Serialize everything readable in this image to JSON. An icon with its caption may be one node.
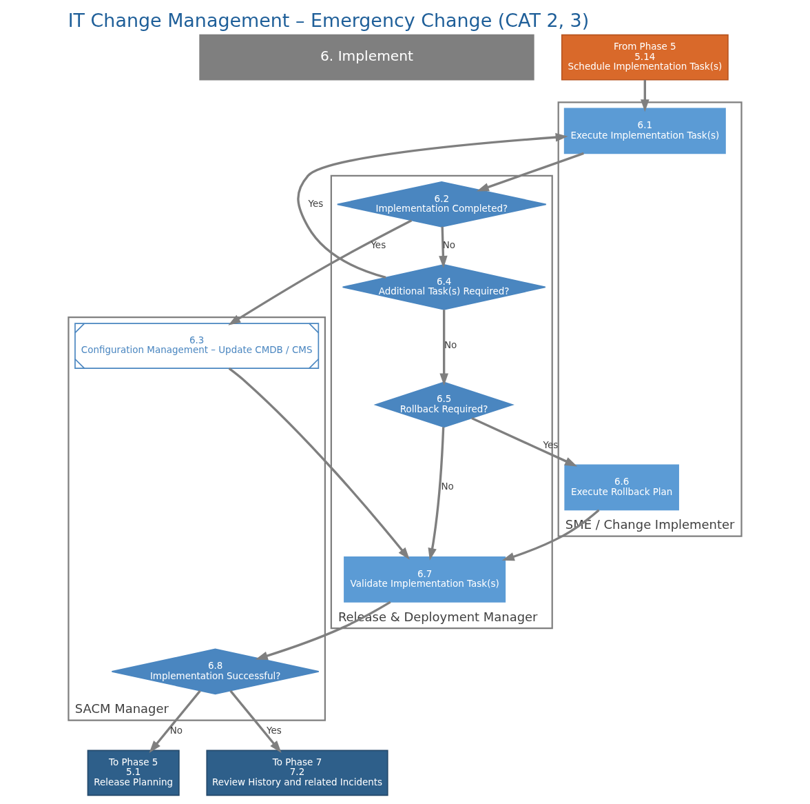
{
  "diagram": {
    "title": "IT Change Management – Emergency Change (CAT 2, 3)",
    "nodes": [
      {
        "text": [
          "6. Implement"
        ]
      },
      {
        "text": [
          "SME / Change Implementer"
        ]
      },
      {
        "text": [
          "6.1",
          "Execute Implementation Task(s)"
        ],
        "in": 1
      },
      {
        "text": [
          "6.6",
          "Execute Rollback Plan"
        ],
        "in": 1
      },
      {
        "text": [
          "Release & Deployment Manager"
        ]
      },
      {
        "text": [
          "6.2",
          "Implementation Completed?"
        ],
        "in": 4
      },
      {
        "text": [
          "6.4",
          "Additional Task(s) Required?"
        ],
        "in": 4
      },
      {
        "text": [
          "6.5",
          "Rollback Required?"
        ],
        "in": 4
      },
      {
        "text": [
          "6.7",
          "Validate Implementation Task(s)"
        ],
        "in": 4
      },
      {
        "text": [
          "SACM Manager"
        ]
      },
      {
        "text": [
          "6.3",
          "Configuration Management – Update CMDB / CMS"
        ],
        "in": 9
      },
      {
        "text": [
          "6.8",
          "Implementation Successful?"
        ],
        "in": 9
      },
      {
        "text": [
          "From Phase 5",
          "5.14",
          "Schedule Implementation Task(s)"
        ]
      },
      {
        "text": [
          "To Phase 5",
          "5.1",
          "Release Planning"
        ]
      },
      {
        "text": [
          "To Phase 7",
          "7.2",
          "Review History and related Incidents"
        ]
      }
    ],
    "edges": [
      {
        "from": 12,
        "to": 2,
        "arrow": "to"
      },
      {
        "from": 2,
        "to": 5,
        "arrow": "to"
      },
      {
        "from": 5,
        "to": 6,
        "arrow": "to",
        "label": "No"
      },
      {
        "from": 5,
        "to": 10,
        "arrow": "to",
        "label": "Yes"
      },
      {
        "from": 6,
        "to": 2,
        "arrow": "to",
        "label": "Yes"
      },
      {
        "from": 6,
        "to": 7,
        "arrow": "to",
        "label": "No"
      },
      {
        "from": 7,
        "to": 3,
        "arrow": "to",
        "label": "Yes"
      },
      {
        "from": 7,
        "to": 8,
        "arrow": "to",
        "label": "No"
      },
      {
        "from": 3,
        "to": 8,
        "arrow": "to"
      },
      {
        "from": 10,
        "to": 8,
        "arrow": "to"
      },
      {
        "from": 8,
        "to": 11,
        "arrow": "to"
      },
      {
        "from": 11,
        "to": 13,
        "arrow": "to",
        "label": "No"
      },
      {
        "from": 11,
        "to": 14,
        "arrow": "to",
        "label": "Yes"
      }
    ]
  }
}
